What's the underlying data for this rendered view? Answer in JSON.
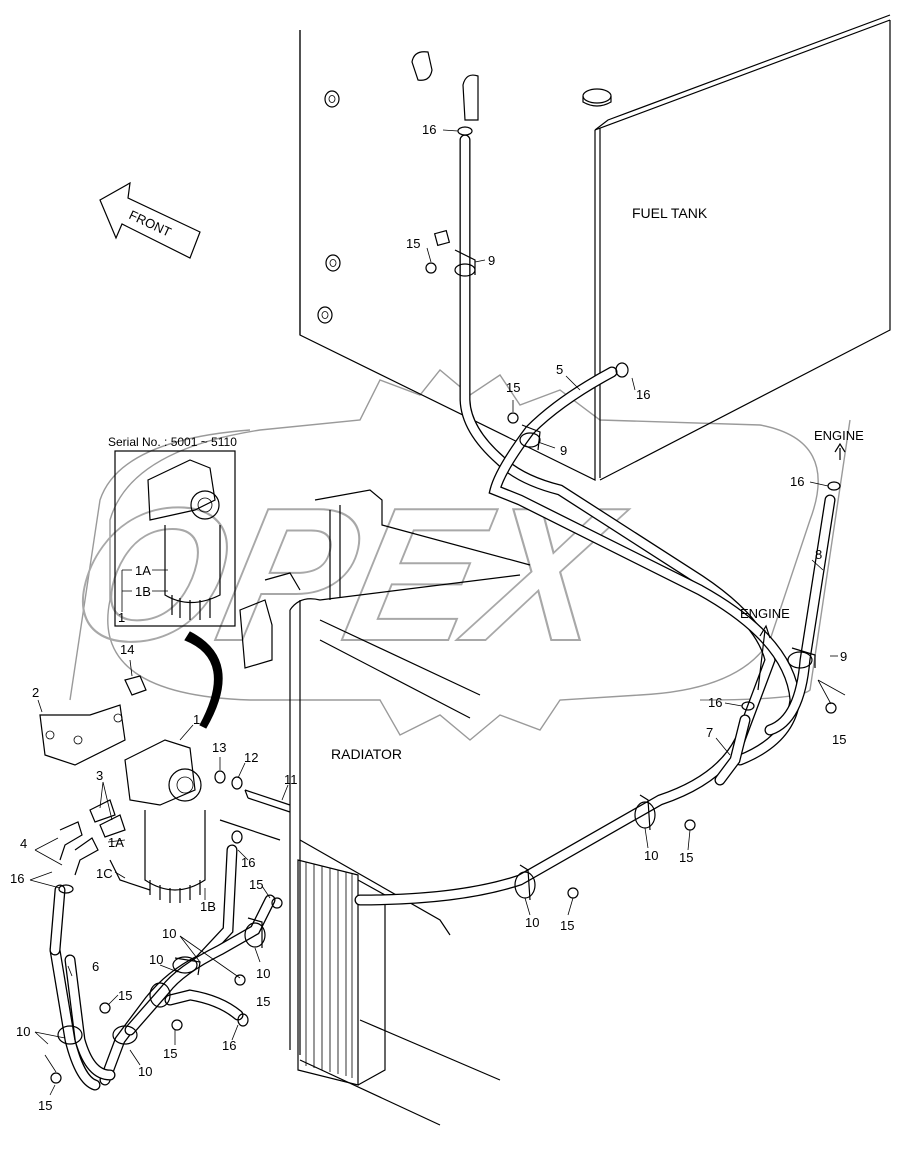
{
  "labels": {
    "fuel_tank": "FUEL TANK",
    "front": "FRONT",
    "radiator": "RADIATOR",
    "engine_top": "ENGINE",
    "engine_mid": "ENGINE",
    "serial_no": "Serial No. : 5001 ~ 5110",
    "watermark": "OPEX"
  },
  "inset_callouts": {
    "i1A": "1A",
    "i1B": "1B",
    "i1": "1"
  },
  "callouts": {
    "c16_tank": "16",
    "c15_tank": "15",
    "c9_tank": "9",
    "c5": "5",
    "c15_mid": "15",
    "c16_mid": "16",
    "c9_mid": "9",
    "c16_eng": "16",
    "c8": "8",
    "c9_right": "9",
    "c15_right": "15",
    "c16_eng2": "16",
    "c7": "7",
    "c10_a": "10",
    "c15_a": "15",
    "c10_b": "10",
    "c15_b": "15",
    "c14": "14",
    "c2": "2",
    "c1": "1",
    "c13": "13",
    "c12": "12",
    "c11": "11",
    "c3": "3",
    "c4": "4",
    "c1A": "1A",
    "c16_left": "16",
    "c1C": "1C",
    "c1B": "1B",
    "c16_filter": "16",
    "c15_rad": "15",
    "c10_rad": "10",
    "c10_c": "10",
    "c10_d": "10",
    "c15_c": "15",
    "c6": "6",
    "c15_d": "15",
    "c10_left": "10",
    "c15_e": "15",
    "c10_bot": "10",
    "c15_f": "15",
    "c16_bot": "16",
    "c15_bot": "15"
  }
}
